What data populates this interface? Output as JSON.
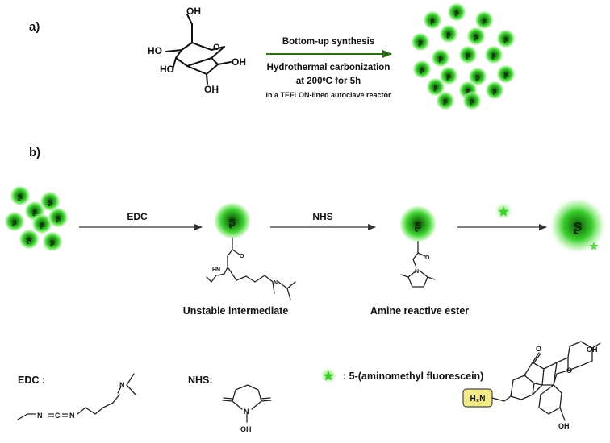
{
  "panel_a": {
    "label": "a)",
    "glucose_groups": [
      "OH",
      "HO",
      "HO",
      "OH",
      "OH",
      "O"
    ],
    "arrow_top": "Bottom-up synthesis",
    "arrow_bottom_1": "Hydrothermal carbonization",
    "arrow_bottom_2": "at 200ºC for 5h",
    "arrow_bottom_3": "in a TEFLON-lined autoclave reactor",
    "arrow_color": "#2e6b1a"
  },
  "panel_b": {
    "label": "b)",
    "step1_reagent": "EDC",
    "step2_reagent": "NHS",
    "intermediate_label": "Unstable intermediate",
    "ester_label": "Amine reactive ester",
    "intermediate_atoms": [
      "O",
      "HN",
      "N"
    ],
    "ester_atoms": [
      "O",
      "N"
    ]
  },
  "legend": {
    "edc_label": "EDC :",
    "edc_atoms": [
      "N",
      "C",
      "N",
      "N"
    ],
    "nhs_label": "NHS:",
    "nhs_atoms": [
      "N",
      "OH"
    ],
    "star_label": ":  5-(aminomethyl fluorescein)",
    "fluorescein_atoms": [
      "O",
      "OH",
      "O",
      "OH"
    ],
    "amine_box": "H₂N",
    "amine_box_color": "#f3ea8a"
  },
  "colors": {
    "dot_glow": "#3ccf2e",
    "dot_core": "#1f7a14",
    "star": "#3ed12f"
  }
}
